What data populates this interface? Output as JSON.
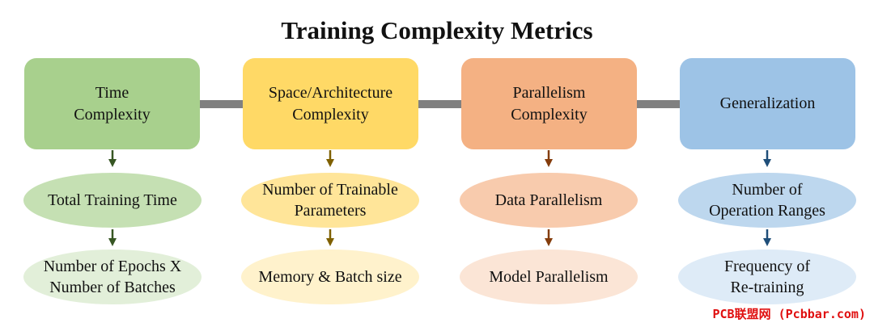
{
  "title": "Training Complexity Metrics",
  "columns": [
    {
      "header": "Time\nComplexity",
      "items": [
        "Total Training Time",
        "Number of Epochs X\nNumber of Batches"
      ],
      "colors": {
        "box": "#a8d08d",
        "item1": "#c5e0b3",
        "item2": "#e2efd9",
        "arrow": "#375623"
      }
    },
    {
      "header": "Space/Architecture\nComplexity",
      "items": [
        "Number of Trainable\nParameters",
        "Memory & Batch size"
      ],
      "colors": {
        "box": "#ffd966",
        "item1": "#ffe599",
        "item2": "#fff2cc",
        "arrow": "#7f6000"
      }
    },
    {
      "header": "Parallelism\nComplexity",
      "items": [
        "Data Parallelism",
        "Model Parallelism"
      ],
      "colors": {
        "box": "#f4b183",
        "item1": "#f8cbad",
        "item2": "#fbe5d6",
        "arrow": "#843c0c"
      }
    },
    {
      "header": "Generalization",
      "items": [
        "Number of\nOperation Ranges",
        "Frequency of\nRe-training"
      ],
      "colors": {
        "box": "#9dc3e6",
        "item1": "#bdd7ee",
        "item2": "#deebf7",
        "arrow": "#1f4e79"
      }
    }
  ],
  "connector_color": "#808080",
  "watermark": "PCB联盟网 (Pcbbar.com)"
}
